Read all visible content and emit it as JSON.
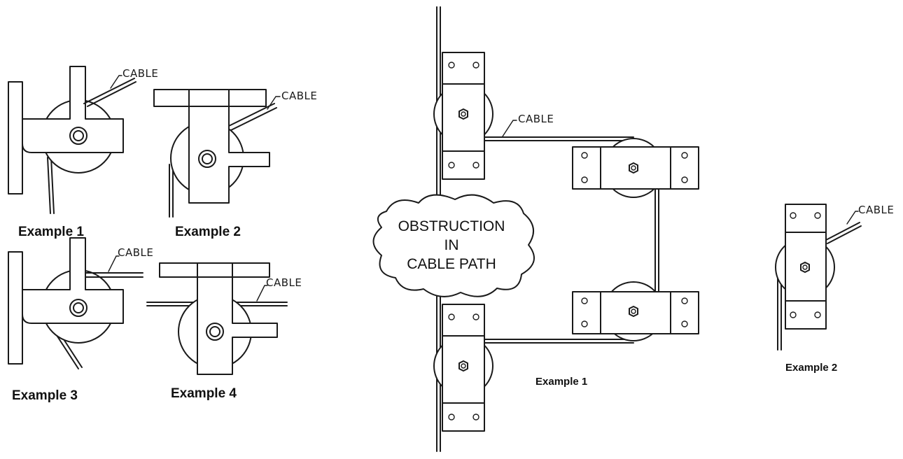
{
  "cable_label": "CABLE",
  "left_panel": {
    "example_1": "Example 1",
    "example_2": "Example 2",
    "example_3": "Example 3",
    "example_4": "Example 4"
  },
  "right_panel": {
    "obstruction_lines": [
      "OBSTRUCTION",
      "IN",
      "CABLE PATH"
    ],
    "example_1": "Example 1",
    "example_2": "Example 2"
  }
}
